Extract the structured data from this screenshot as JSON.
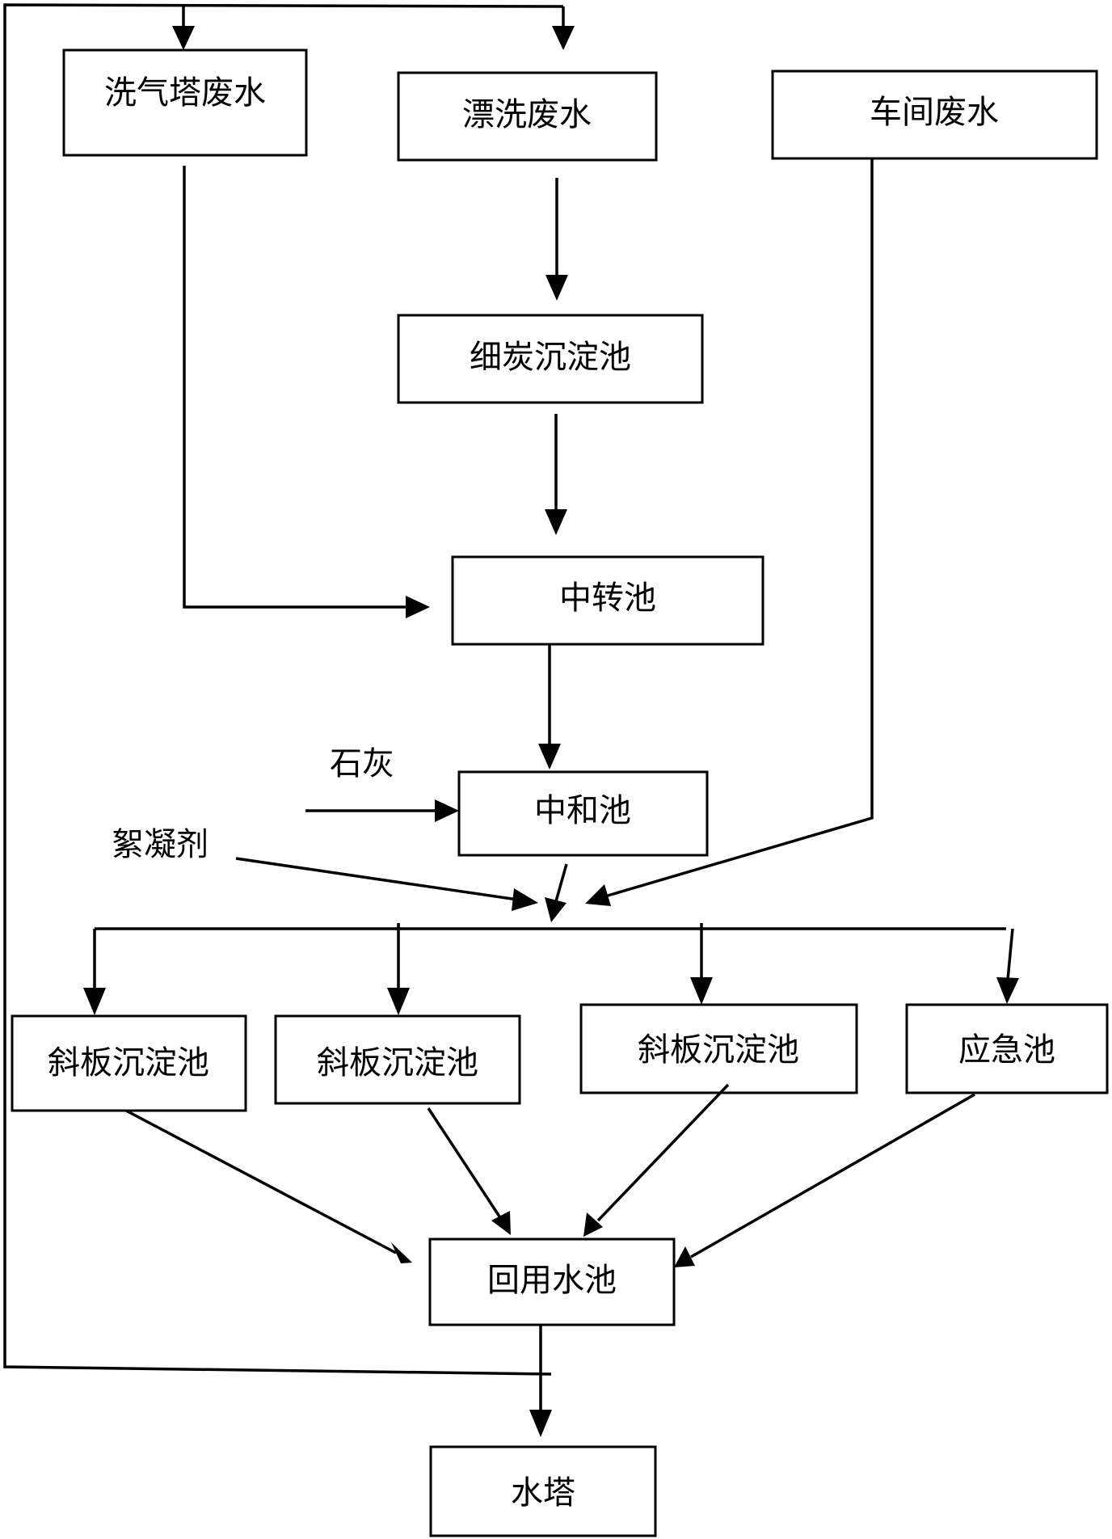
{
  "diagram": {
    "title": "",
    "nodes": {
      "scrubber_wastewater": "洗气塔废水",
      "rinse_wastewater": "漂洗废水",
      "workshop_wastewater": "车间废水",
      "fine_carbon_settling": "细炭沉淀池",
      "transfer_tank": "中转池",
      "neutralization_tank": "中和池",
      "inclined_plate_1": "斜板沉淀池",
      "inclined_plate_2": "斜板沉淀池",
      "inclined_plate_3": "斜板沉淀池",
      "emergency_tank": "应急池",
      "reuse_tank": "回用水池",
      "water_tower": "水塔"
    },
    "inputs": {
      "lime": "石灰",
      "flocculant": "絮凝剂"
    },
    "edges": [
      {
        "from": "rinse_wastewater",
        "to": "fine_carbon_settling"
      },
      {
        "from": "fine_carbon_settling",
        "to": "transfer_tank"
      },
      {
        "from": "scrubber_wastewater",
        "to": "transfer_tank"
      },
      {
        "from": "transfer_tank",
        "to": "neutralization_tank"
      },
      {
        "from": "lime",
        "to": "neutralization_tank"
      },
      {
        "from": "neutralization_tank",
        "to": "distribution"
      },
      {
        "from": "flocculant",
        "to": "distribution"
      },
      {
        "from": "workshop_wastewater",
        "to": "distribution"
      },
      {
        "from": "distribution",
        "to": "inclined_plate_1"
      },
      {
        "from": "distribution",
        "to": "inclined_plate_2"
      },
      {
        "from": "distribution",
        "to": "inclined_plate_3"
      },
      {
        "from": "distribution",
        "to": "emergency_tank"
      },
      {
        "from": "inclined_plate_1",
        "to": "reuse_tank"
      },
      {
        "from": "inclined_plate_2",
        "to": "reuse_tank"
      },
      {
        "from": "inclined_plate_3",
        "to": "reuse_tank"
      },
      {
        "from": "emergency_tank",
        "to": "reuse_tank"
      },
      {
        "from": "reuse_tank",
        "to": "water_tower"
      },
      {
        "from": "reuse_tank",
        "to": "scrubber_wastewater"
      },
      {
        "from": "reuse_tank",
        "to": "rinse_wastewater"
      }
    ]
  }
}
